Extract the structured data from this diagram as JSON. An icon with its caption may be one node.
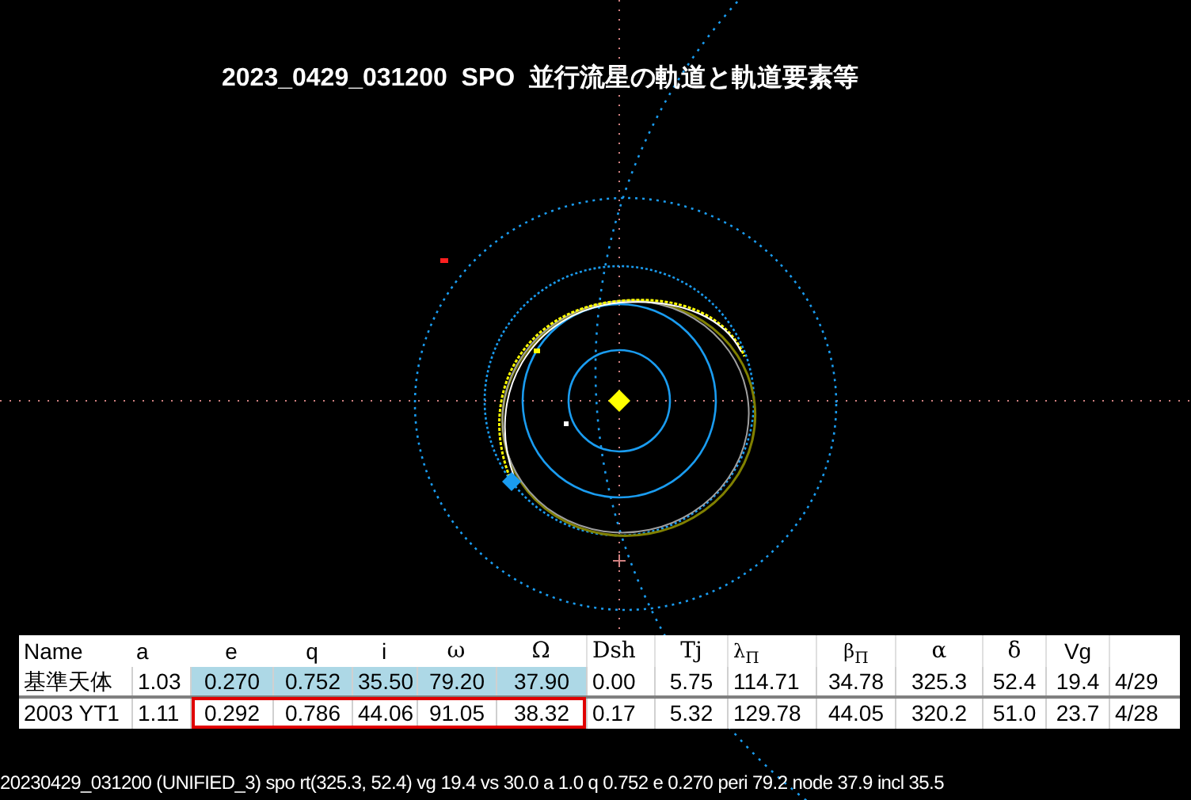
{
  "diagram": {
    "title": "2023_0429_031200  SPO  並行流星の軌道と軌道要素等",
    "caption": "20230429_031200 (UNIFIED_3) spo rt(325.3, 52.4) vg 19.4 vs 30.0 a 1.0 q 0.752 e 0.270 peri 79.2 node 37.9 incl 35.5",
    "labels": [
      "Name",
      "a",
      "e",
      "q",
      "i",
      "ω",
      "Ω",
      "Dsh",
      "Tj",
      "λ$_{Π}$",
      "β$_{Π}$",
      "α",
      "δ",
      "Vg",
      "基準天体",
      "1.03",
      "0.270",
      "0.752",
      "35.50",
      "79.20",
      "37.90",
      "0.00",
      "5.75",
      "114.71",
      "34.78",
      "325.3",
      "52.4",
      "19.4",
      "4/29",
      "2003 YT1",
      "1.11",
      "0.292",
      "0.786",
      "44.06",
      "91.05",
      "38.32",
      "0.17",
      "5.32",
      "129.78",
      "44.05",
      "320.2",
      "51.0",
      "23.7",
      "4/28"
    ]
  }
}
